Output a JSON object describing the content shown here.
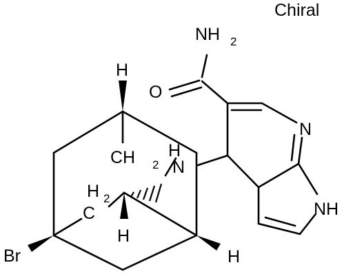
{
  "chirality_label": "Chiral",
  "atom_labels": {
    "amide_N": "NH",
    "amide_N_sub": "2",
    "carbonyl_O": "O",
    "pyridine_N": "N",
    "pyrrole_NH": "NH",
    "amine_N": "N",
    "amine_H": "H",
    "bromine": "Br",
    "h_top": "H",
    "h_bottom_right": "H",
    "h_center": "H",
    "ch2_upper": "CH",
    "ch2_upper_sub": "2",
    "ch2_lower_h": "H",
    "ch2_lower_sub": "2",
    "ch2_lower_c": "C"
  },
  "colors": {
    "ink": "#000000",
    "background": "#ffffff"
  }
}
